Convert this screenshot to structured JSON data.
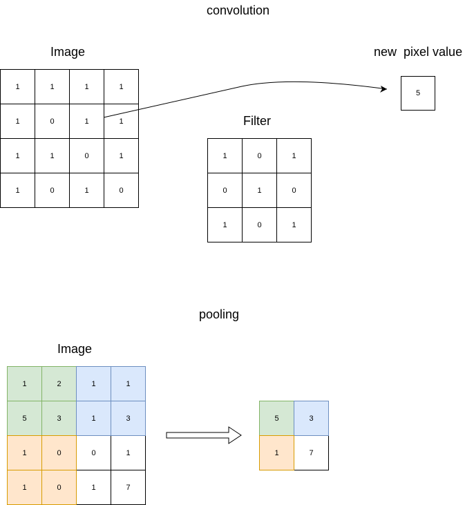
{
  "convolution": {
    "section_title": "convolution",
    "image_label": "Image",
    "image_matrix": [
      [
        "1",
        "1",
        "1",
        "1"
      ],
      [
        "1",
        "0",
        "1",
        "1"
      ],
      [
        "1",
        "1",
        "0",
        "1"
      ],
      [
        "1",
        "0",
        "1",
        "0"
      ]
    ],
    "filter_label": "Filter",
    "filter_matrix": [
      [
        "1",
        "0",
        "1"
      ],
      [
        "0",
        "1",
        "0"
      ],
      [
        "1",
        "0",
        "1"
      ]
    ],
    "output_label": "new  pixel value",
    "output_value": "5"
  },
  "pooling": {
    "section_title": "pooling",
    "image_label": "Image",
    "image_matrix": [
      [
        "1",
        "2",
        "1",
        "1"
      ],
      [
        "5",
        "3",
        "1",
        "3"
      ],
      [
        "1",
        "0",
        "0",
        "1"
      ],
      [
        "1",
        "0",
        "1",
        "7"
      ]
    ],
    "image_colors": [
      [
        "green",
        "green",
        "blue",
        "blue"
      ],
      [
        "green",
        "green",
        "blue",
        "blue"
      ],
      [
        "orange",
        "orange",
        "white",
        "white"
      ],
      [
        "orange",
        "orange",
        "white",
        "white"
      ]
    ],
    "output_matrix": [
      [
        "5",
        "3"
      ],
      [
        "1",
        "7"
      ]
    ],
    "output_colors": [
      [
        "green",
        "blue"
      ],
      [
        "orange",
        "white"
      ]
    ]
  },
  "colors": {
    "green_fill": "#d5e8d4",
    "green_stroke": "#82b366",
    "blue_fill": "#dae8fc",
    "blue_stroke": "#6c8ebf",
    "orange_fill": "#ffe6cc",
    "orange_stroke": "#d79b00"
  }
}
